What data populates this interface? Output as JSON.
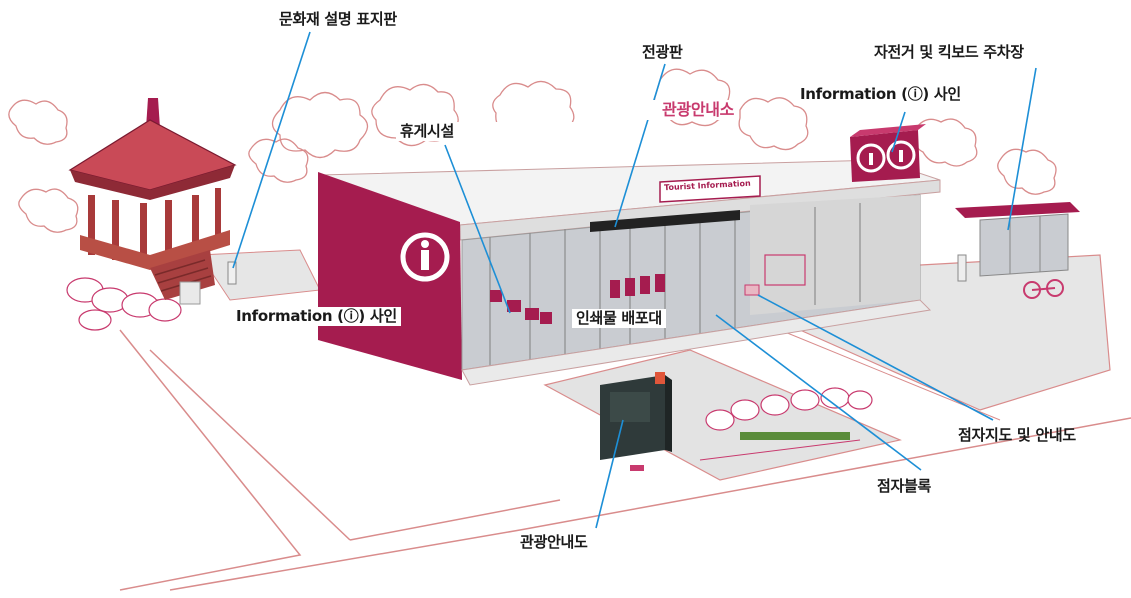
{
  "labels": {
    "heritage_sign": "문화재 설명 표지판",
    "billboard": "전광판",
    "bike_parking": "자전거 및 킥보드 주차장",
    "info_sign_roof": "Information (ⓘ) 사인",
    "tourist_center": "관광안내소",
    "rest_area": "휴게시설",
    "info_sign_wall": "Information (ⓘ) 사인",
    "brochure_stand": "인쇄물 배포대",
    "braille_map": "점자지도 및 안내도",
    "braille_block": "점자블록",
    "tour_map": "관광안내도"
  },
  "building": {
    "sign_text": "Tourist Information"
  },
  "colors": {
    "accent": "#a51c4f",
    "accent_light": "#c83a6e",
    "outline": "#d98c8c",
    "leader_line": "#1d8fd6",
    "paving": "#e3e3e3",
    "glass": "#c9ccd1",
    "wall": "#f2f2f2"
  }
}
